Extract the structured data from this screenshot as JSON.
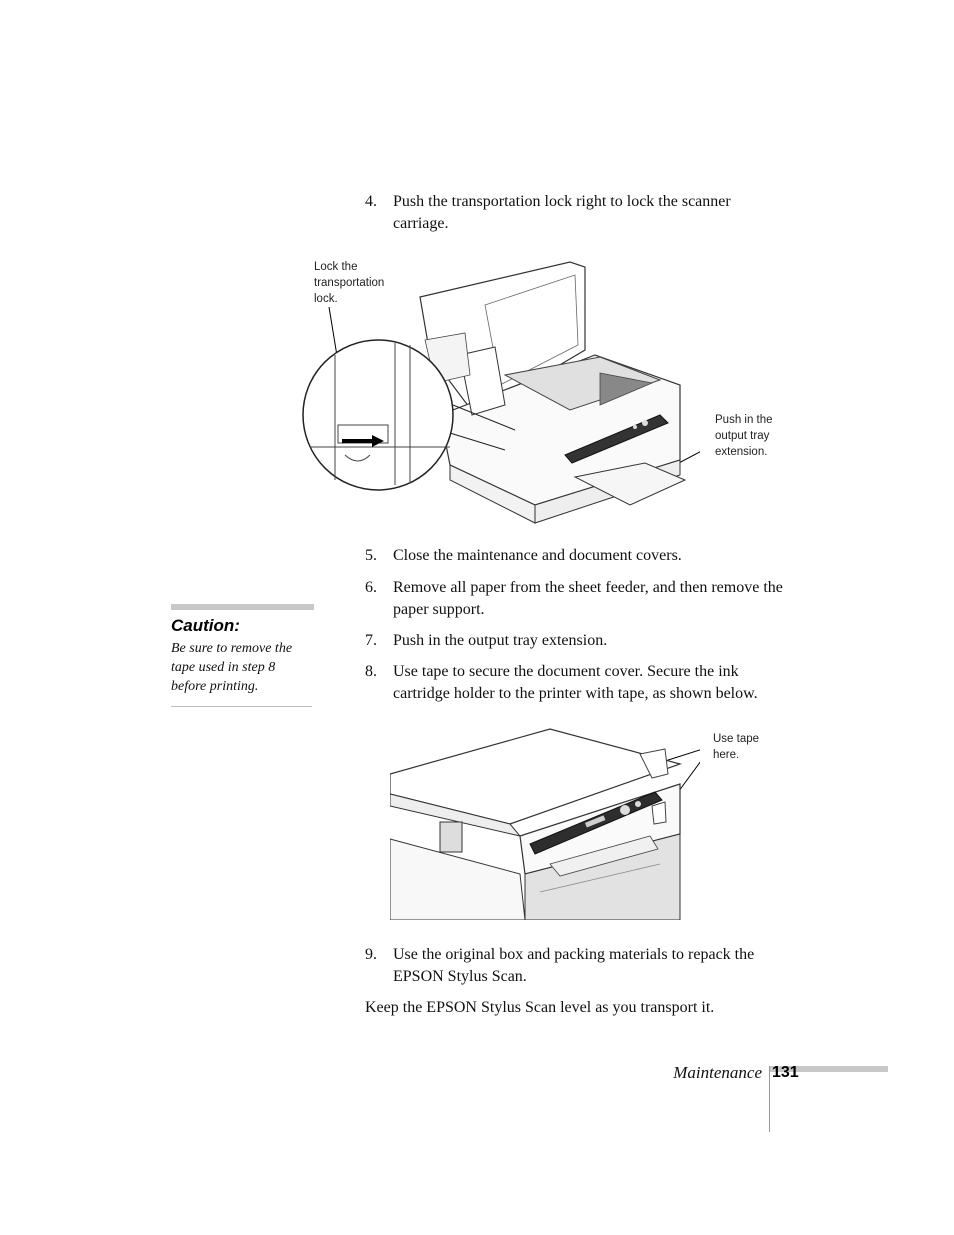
{
  "steps": [
    {
      "num": "4.",
      "text": "Push the transportation lock right to lock the scanner carriage."
    },
    {
      "num": "5.",
      "text": "Close the maintenance and document covers."
    },
    {
      "num": "6.",
      "text": "Remove all paper from the sheet feeder, and then remove the paper support."
    },
    {
      "num": "7.",
      "text": "Push in the output tray extension."
    },
    {
      "num": "8.",
      "text": "Use tape to secure the document cover. Secure the ink cartridge holder to the printer with tape, as shown below."
    },
    {
      "num": "9.",
      "text": "Use the original box and packing materials to repack the EPSON Stylus Scan."
    }
  ],
  "closing_text": "Keep the EPSON Stylus Scan level as you transport it.",
  "figure1": {
    "callout_lock": "Lock the transportation lock.",
    "callout_tray": "Push in the output tray extension."
  },
  "figure2": {
    "callout_tape": "Use tape here."
  },
  "caution": {
    "title": "Caution:",
    "body": "Be sure to remove the tape used in step 8 before printing."
  },
  "footer": {
    "section": "Maintenance",
    "page_number": "131"
  }
}
